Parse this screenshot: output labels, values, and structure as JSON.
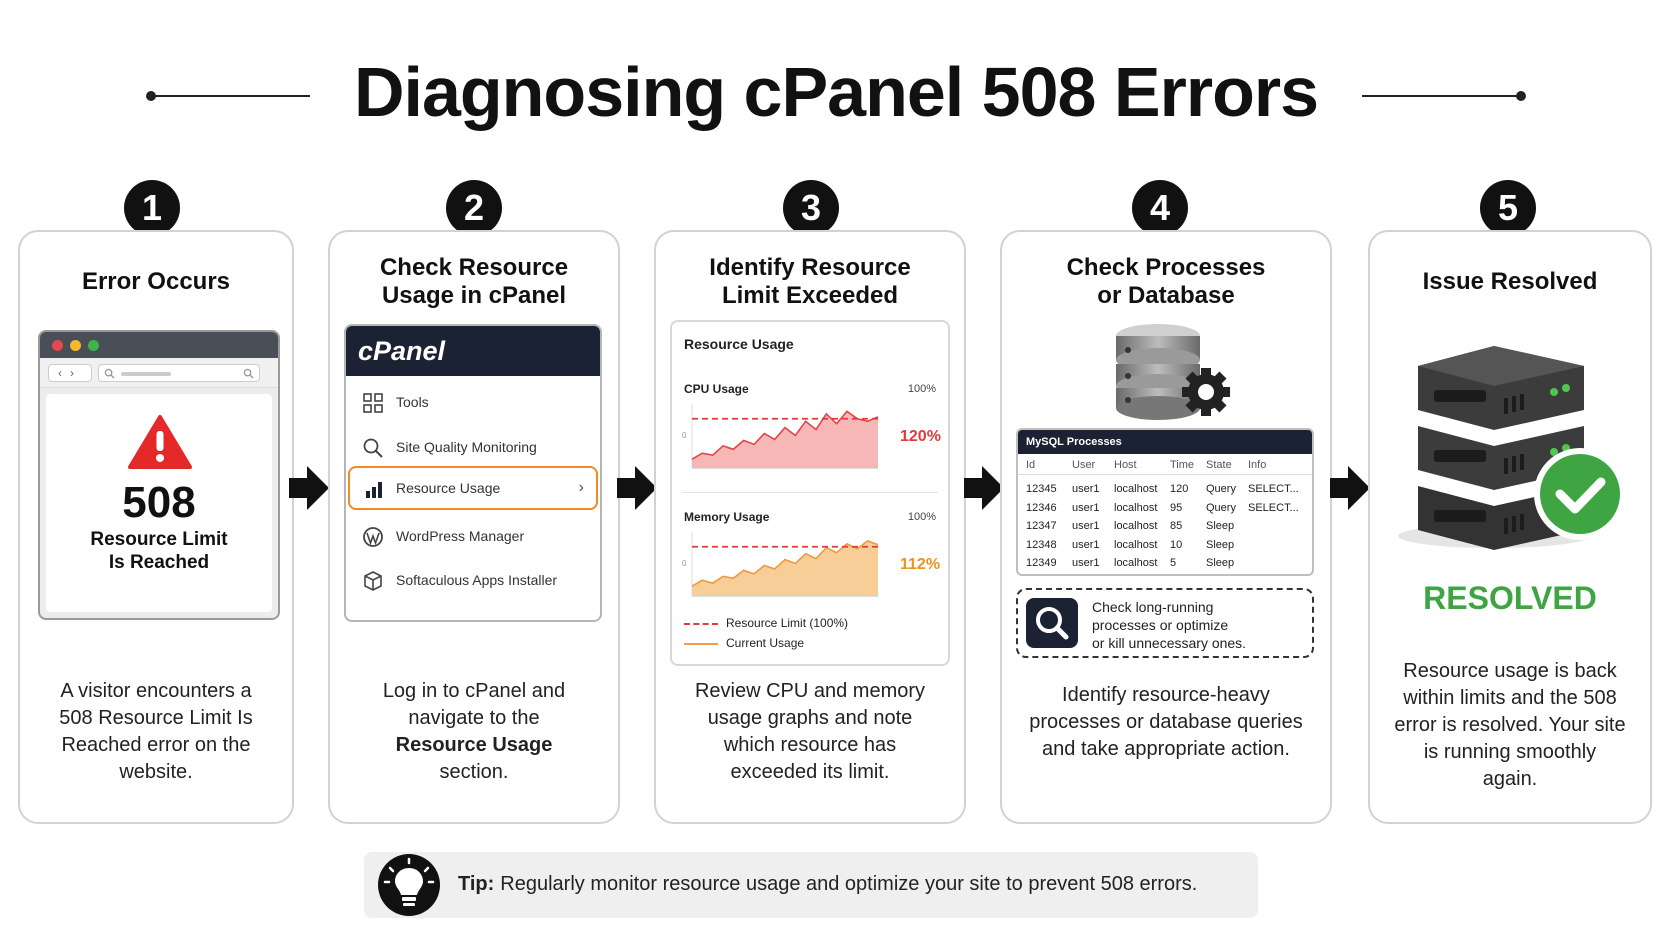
{
  "title": "Diagnosing cPanel 508 Errors",
  "steps": [
    {
      "number": "1",
      "title": "Error Occurs",
      "description": "A visitor encounters a 508 Resource Limit Is Reached error on the website.",
      "error_code": "508",
      "error_message_line1": "Resource Limit",
      "error_message_line2": "Is Reached"
    },
    {
      "number": "2",
      "title_line1": "Check Resource",
      "title_line2": "Usage in cPanel",
      "desc_part1": "Log in to cPanel and navigate to the",
      "desc_bold": "Resource Usage",
      "desc_part2": "section.",
      "logo": "cPanel",
      "menu": [
        "Tools",
        "Site Quality Monitoring",
        "Resource Usage",
        "WordPress Manager",
        "Softaculous Apps Installer"
      ],
      "active_item": "Resource Usage"
    },
    {
      "number": "3",
      "title_line1": "Identify Resource",
      "title_line2": "Limit Exceeded",
      "description": "Review CPU and memory usage graphs and note which resource has exceeded its limit.",
      "panel_title": "Resource Usage",
      "cpu_label": "CPU Usage",
      "cpu_max": "100%",
      "cpu_value": "120%",
      "mem_label": "Memory Usage",
      "mem_max": "100%",
      "mem_value": "112%",
      "zero": "0",
      "legend_limit": "Resource Limit (100%)",
      "legend_current": "Current Usage"
    },
    {
      "number": "4",
      "title_line1": "Check Processes",
      "title_line2": "or Database",
      "description": "Identify resource-heavy processes or database queries and take appropriate action.",
      "table_title": "MySQL Processes",
      "columns": [
        "Id",
        "User",
        "Host",
        "Time",
        "State",
        "Info"
      ],
      "rows": [
        [
          "12345",
          "user1",
          "localhost",
          "120",
          "Query",
          "SELECT..."
        ],
        [
          "12346",
          "user1",
          "localhost",
          "95",
          "Query",
          "SELECT..."
        ],
        [
          "12347",
          "user1",
          "localhost",
          "85",
          "Sleep",
          ""
        ],
        [
          "12348",
          "user1",
          "localhost",
          "10",
          "Sleep",
          ""
        ],
        [
          "12349",
          "user1",
          "localhost",
          "5",
          "Sleep",
          ""
        ]
      ],
      "hint_line1": "Check long-running",
      "hint_line2": "processes or optimize",
      "hint_line3": "or kill unnecessary ones."
    },
    {
      "number": "5",
      "title": "Issue Resolved",
      "status": "RESOLVED",
      "description": "Resource usage is back within limits and the 508 error is resolved. Your site is running smoothly again."
    }
  ],
  "tip": {
    "label": "Tip:",
    "text": "Regularly monitor resource usage and optimize your site to prevent 508 errors."
  },
  "colors": {
    "accent_orange": "#f08a24",
    "error_red": "#e5282a",
    "success_green": "#3ea542",
    "navy": "#1a2234"
  },
  "chart_data": [
    {
      "type": "area",
      "title": "CPU Usage",
      "ylim": [
        0,
        130
      ],
      "limit": 100,
      "values": [
        18,
        30,
        26,
        45,
        38,
        56,
        48,
        70,
        58,
        82,
        66,
        95,
        78,
        110,
        90,
        115,
        100,
        95,
        104
      ]
    },
    {
      "type": "area",
      "title": "Memory Usage",
      "ylim": [
        0,
        130
      ],
      "limit": 100,
      "values": [
        20,
        32,
        26,
        40,
        36,
        52,
        45,
        62,
        55,
        74,
        66,
        86,
        76,
        98,
        88,
        106,
        96,
        112,
        104
      ]
    }
  ]
}
